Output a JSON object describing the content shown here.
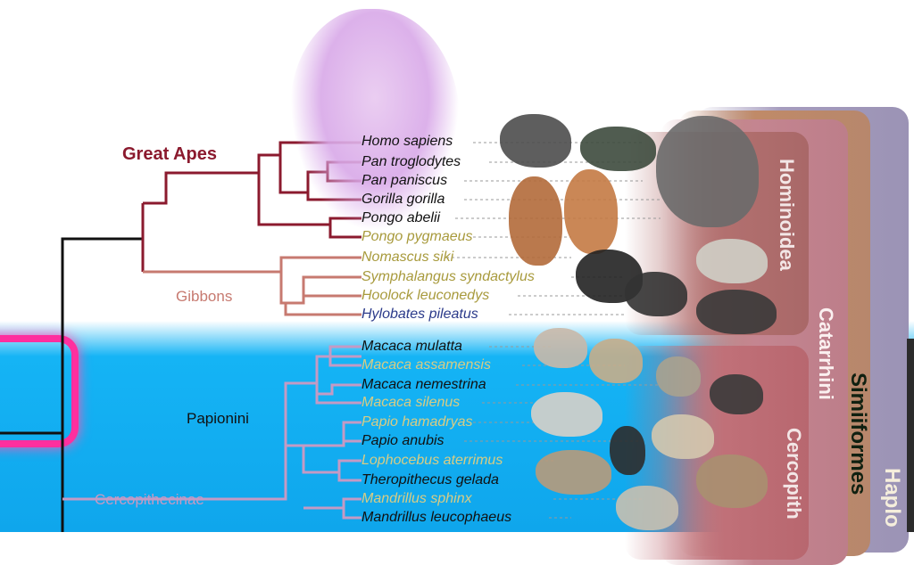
{
  "groups": {
    "great_apes": "Great Apes",
    "gibbons": "Gibbons",
    "papionini": "Papionini",
    "cercopithecinae": "Cercopithecinae"
  },
  "clades": {
    "hominoidea": "Hominoidea",
    "catarrhini": "Catarrhini",
    "simiiformes": "Simiiformes",
    "haplorhini": "Haplo",
    "cercopithecidae": "Cercopith"
  },
  "species": [
    "Homo sapiens",
    "Pan troglodytes",
    "Pan paniscus",
    "Gorilla gorilla",
    "Pongo abelii",
    "Pongo pygmaeus",
    "Nomascus siki",
    "Symphalangus syndactylus",
    "Hoolock leuconedys",
    "Hylobates pileatus",
    "Macaca mulatta",
    "Macaca assamensis",
    "Macaca nemestrina",
    "Macaca silenus",
    "Papio hamadryas",
    "Papio anubis",
    "Lophocebus aterrimus",
    "Theropithecus gelada",
    "Mandrillus sphinx",
    "Mandrillus leucophaeus"
  ],
  "colors": {
    "great_apes": "#8b1a2e",
    "gibbons": "#c77a70",
    "cercopithecinae": "#c49ac4",
    "background_blue": "#15b4f5"
  }
}
